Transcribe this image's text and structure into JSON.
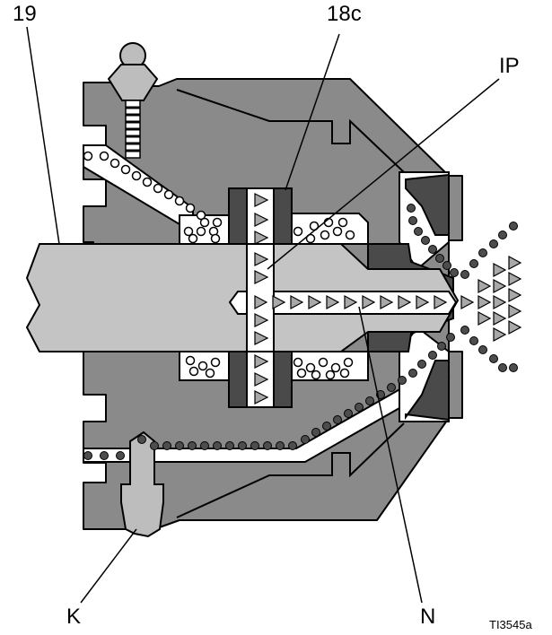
{
  "callouts": {
    "shaft": "19",
    "seal": "18c",
    "passage": "IP",
    "inlet": "K",
    "nozzle": "N"
  },
  "figure_id": "TI3545a",
  "colors": {
    "body": "#8a8a8a",
    "seal": "#4a4a4a",
    "shaft": "#c4c4c4",
    "fitting": "#bdbdbd",
    "channel": "#ffffff",
    "fluid_fill": "#a8a8a8",
    "air_fill": "#4d4d4d",
    "outline": "#000000"
  }
}
